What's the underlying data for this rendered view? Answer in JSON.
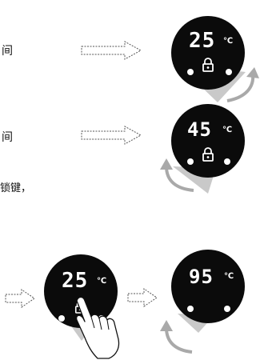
{
  "texts": {
    "row1_fragment": "间",
    "row2_fragment": "间",
    "row2_note": "锁键，"
  },
  "dials": {
    "dial1": {
      "temperature": "25",
      "unit": "℃"
    },
    "dial2": {
      "temperature": "45",
      "unit": "℃"
    },
    "dial3": {
      "temperature": "25",
      "unit": "℃"
    },
    "dial4": {
      "temperature": "95",
      "unit": "℃"
    }
  },
  "colors": {
    "dial_face": "#0b0b0b",
    "display": "#ffffff",
    "arrow_gray": "#8c8c8c",
    "rotate_arrow": "#a9a9a9"
  },
  "icons": [
    "lock-icon",
    "hand-pointer-icon",
    "rotate-arrow-icon",
    "outline-arrow-right-icon"
  ]
}
